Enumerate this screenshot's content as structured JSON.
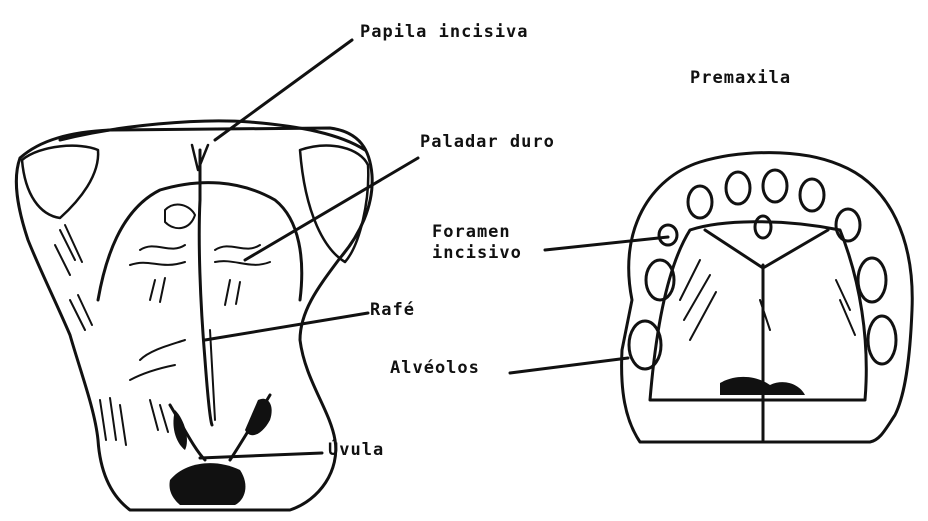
{
  "labels": {
    "papila_incisiva": "Papila incisiva",
    "premaxila": "Premaxila",
    "paladar_duro": "Paladar duro",
    "foramen_line1": "Foramen",
    "foramen_line2": "incisivo",
    "rafe": "Rafé",
    "alveolos": "Alvéolos",
    "uvula": "Úvula"
  }
}
